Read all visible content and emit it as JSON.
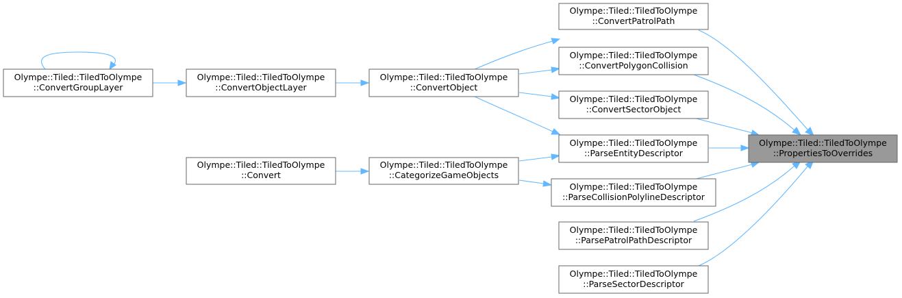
{
  "graph": {
    "edge_color": "#63b8ff",
    "highlight_fill": "#999999",
    "nodes": {
      "props": {
        "line1": "Olympe::Tiled::TiledToOlympe",
        "line2": "::PropertiesToOverrides",
        "highlight": true
      },
      "patrol": {
        "line1": "Olympe::Tiled::TiledToOlympe",
        "line2": "::ConvertPatrolPath"
      },
      "polygon": {
        "line1": "Olympe::Tiled::TiledToOlympe",
        "line2": "::ConvertPolygonCollision"
      },
      "sector": {
        "line1": "Olympe::Tiled::TiledToOlympe",
        "line2": "::ConvertSectorObject"
      },
      "entity": {
        "line1": "Olympe::Tiled::TiledToOlympe",
        "line2": "::ParseEntityDescriptor"
      },
      "collpoly": {
        "line1": "Olympe::Tiled::TiledToOlympe",
        "line2": "::ParseCollisionPolylineDescriptor"
      },
      "patroldesc": {
        "line1": "Olympe::Tiled::TiledToOlympe",
        "line2": "::ParsePatrolPathDescriptor"
      },
      "sectordesc": {
        "line1": "Olympe::Tiled::TiledToOlympe",
        "line2": "::ParseSectorDescriptor"
      },
      "convobj": {
        "line1": "Olympe::Tiled::TiledToOlympe",
        "line2": "::ConvertObject"
      },
      "categorize": {
        "line1": "Olympe::Tiled::TiledToOlympe",
        "line2": "::CategorizeGameObjects"
      },
      "objlayer": {
        "line1": "Olympe::Tiled::TiledToOlympe",
        "line2": "::ConvertObjectLayer"
      },
      "convert": {
        "line1": "Olympe::Tiled::TiledToOlympe",
        "line2": "::Convert"
      },
      "grouplayer": {
        "line1": "Olympe::Tiled::TiledToOlympe",
        "line2": "::ConvertGroupLayer"
      }
    }
  }
}
